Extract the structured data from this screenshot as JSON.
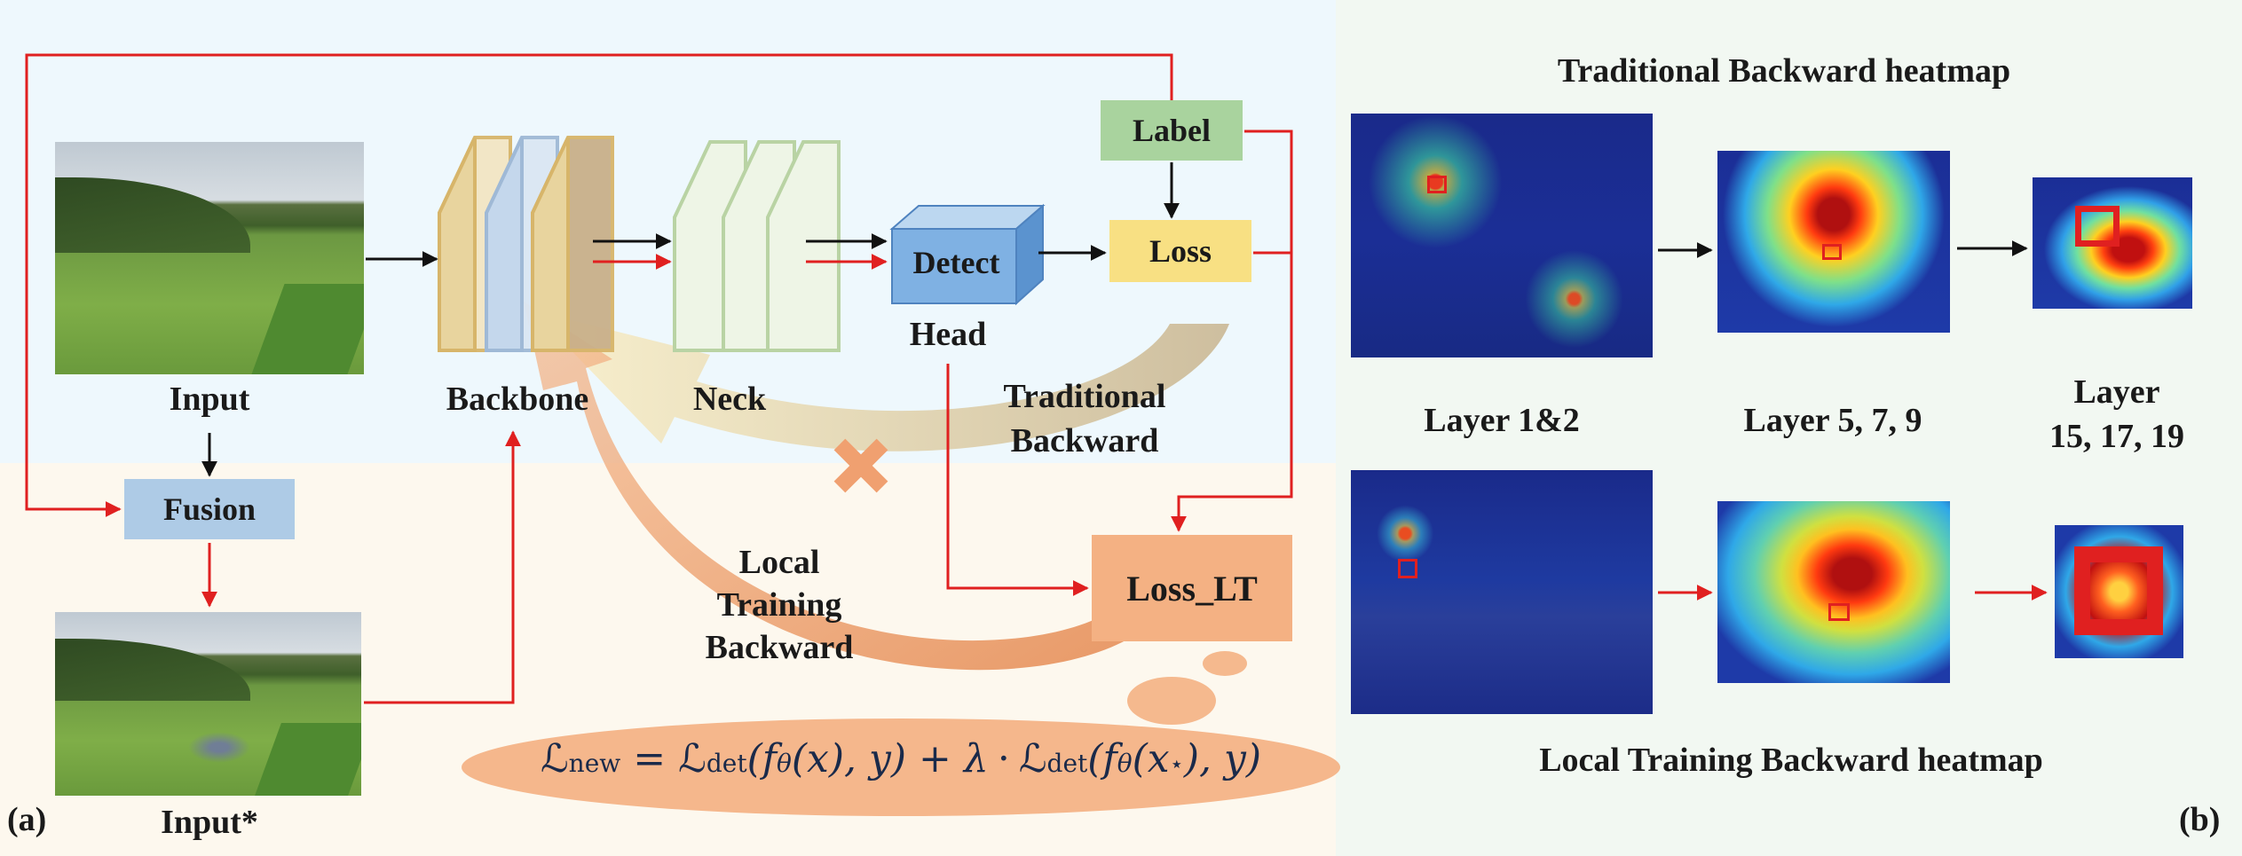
{
  "panel_a": {
    "tag": "(a)",
    "labels": {
      "input": "Input",
      "input_star": "Input*",
      "fusion": "Fusion",
      "backbone": "Backbone",
      "neck": "Neck",
      "detect": "Detect",
      "head": "Head",
      "label": "Label",
      "loss": "Loss",
      "loss_lt": "Loss_LT",
      "traditional_backward": [
        "Traditional",
        "Backward"
      ],
      "local_training_backward": [
        "Local",
        "Training",
        "Backward"
      ]
    },
    "formula": {
      "lhs": "ℒ",
      "lhs_sub": "new",
      "eq": "=",
      "term1": "ℒ",
      "term1_sub": "det",
      "term1_arg": "(f",
      "theta": "θ",
      "x1": "(x), y)",
      "plus": "+",
      "lambda": "λ",
      "dot": "·",
      "term2": "ℒ",
      "term2_sub": "det",
      "term2_arg": "(f",
      "x2": "(x",
      "star": "⋆",
      "end": "), y)"
    },
    "colors": {
      "top_bg": "#eef8fd",
      "bottom_bg": "#fdf8ee",
      "fusion": "#aecbe6",
      "label": "#a9d39e",
      "loss": "#f8e083",
      "loss_lt": "#f4b183",
      "detect": "#6fa8dc",
      "red_arrow": "#e02020",
      "orange": "#f0a070"
    },
    "icons": {
      "cross": "cross-icon"
    }
  },
  "panel_b": {
    "tag": "(b)",
    "top_title": "Traditional Backward heatmap",
    "bottom_title": "Local Training Backward heatmap",
    "layer_labels": [
      "Layer 1&2",
      "Layer 5, 7, 9",
      "Layer"
    ],
    "layer_label_3_line2": "15, 17, 19",
    "bg": "#f2f8f2"
  }
}
